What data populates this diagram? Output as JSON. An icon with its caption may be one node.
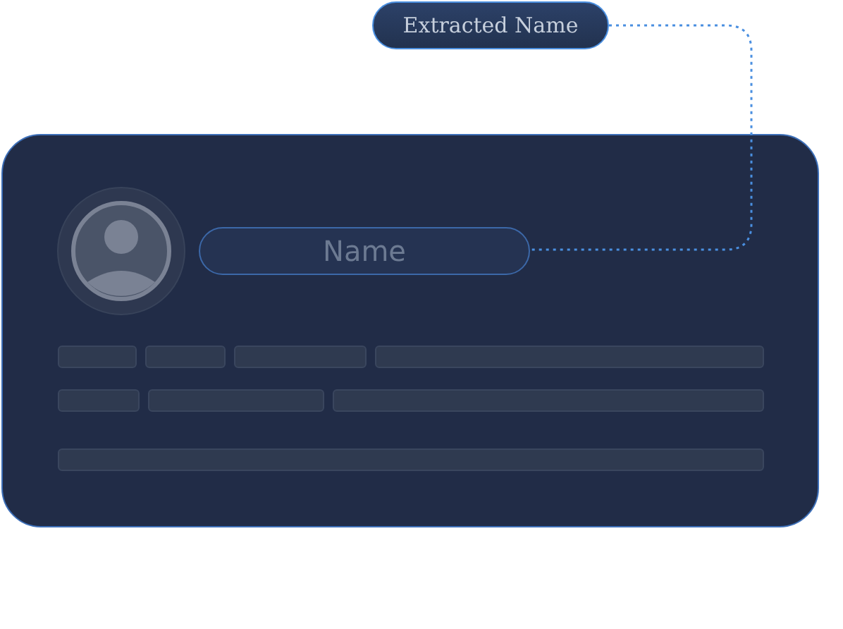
{
  "diagram": {
    "nodes": [
      {
        "text": [
          "Extracted Name"
        ]
      },
      {
        "text": [],
        "shape": "box"
      },
      {
        "text": [
          "Name"
        ],
        "in": 1
      }
    ],
    "edges": [
      {
        "from": 0,
        "to": 2,
        "arrow": "none",
        "style": "dashed"
      }
    ]
  }
}
